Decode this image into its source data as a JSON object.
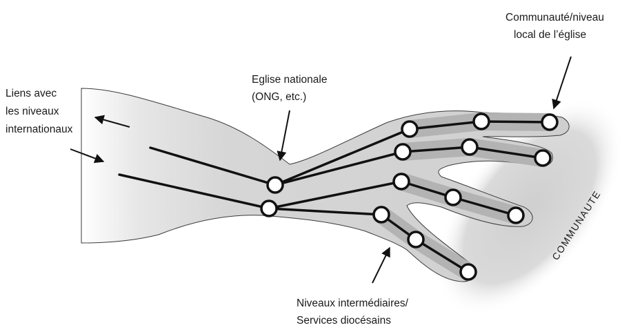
{
  "labels": {
    "community_line1": "Communauté/niveau",
    "community_line2": "local de l’église",
    "national_line1": "Eglise nationale",
    "national_line2": "(ONG, etc.)",
    "international_line1": "Liens avec",
    "international_line2": "les niveaux",
    "international_line3": "internationaux",
    "intermediate_line1": "Niveaux intermédiaires/",
    "intermediate_line2": "Services diocésains",
    "community_area": "COMMUNAUTE"
  },
  "colors": {
    "arm_fill": "#d3d3d3",
    "finger_band": "#b5b5b5",
    "community_fill": "#dcdcdc",
    "lines": "#111111",
    "node_fill": "#ffffff"
  }
}
